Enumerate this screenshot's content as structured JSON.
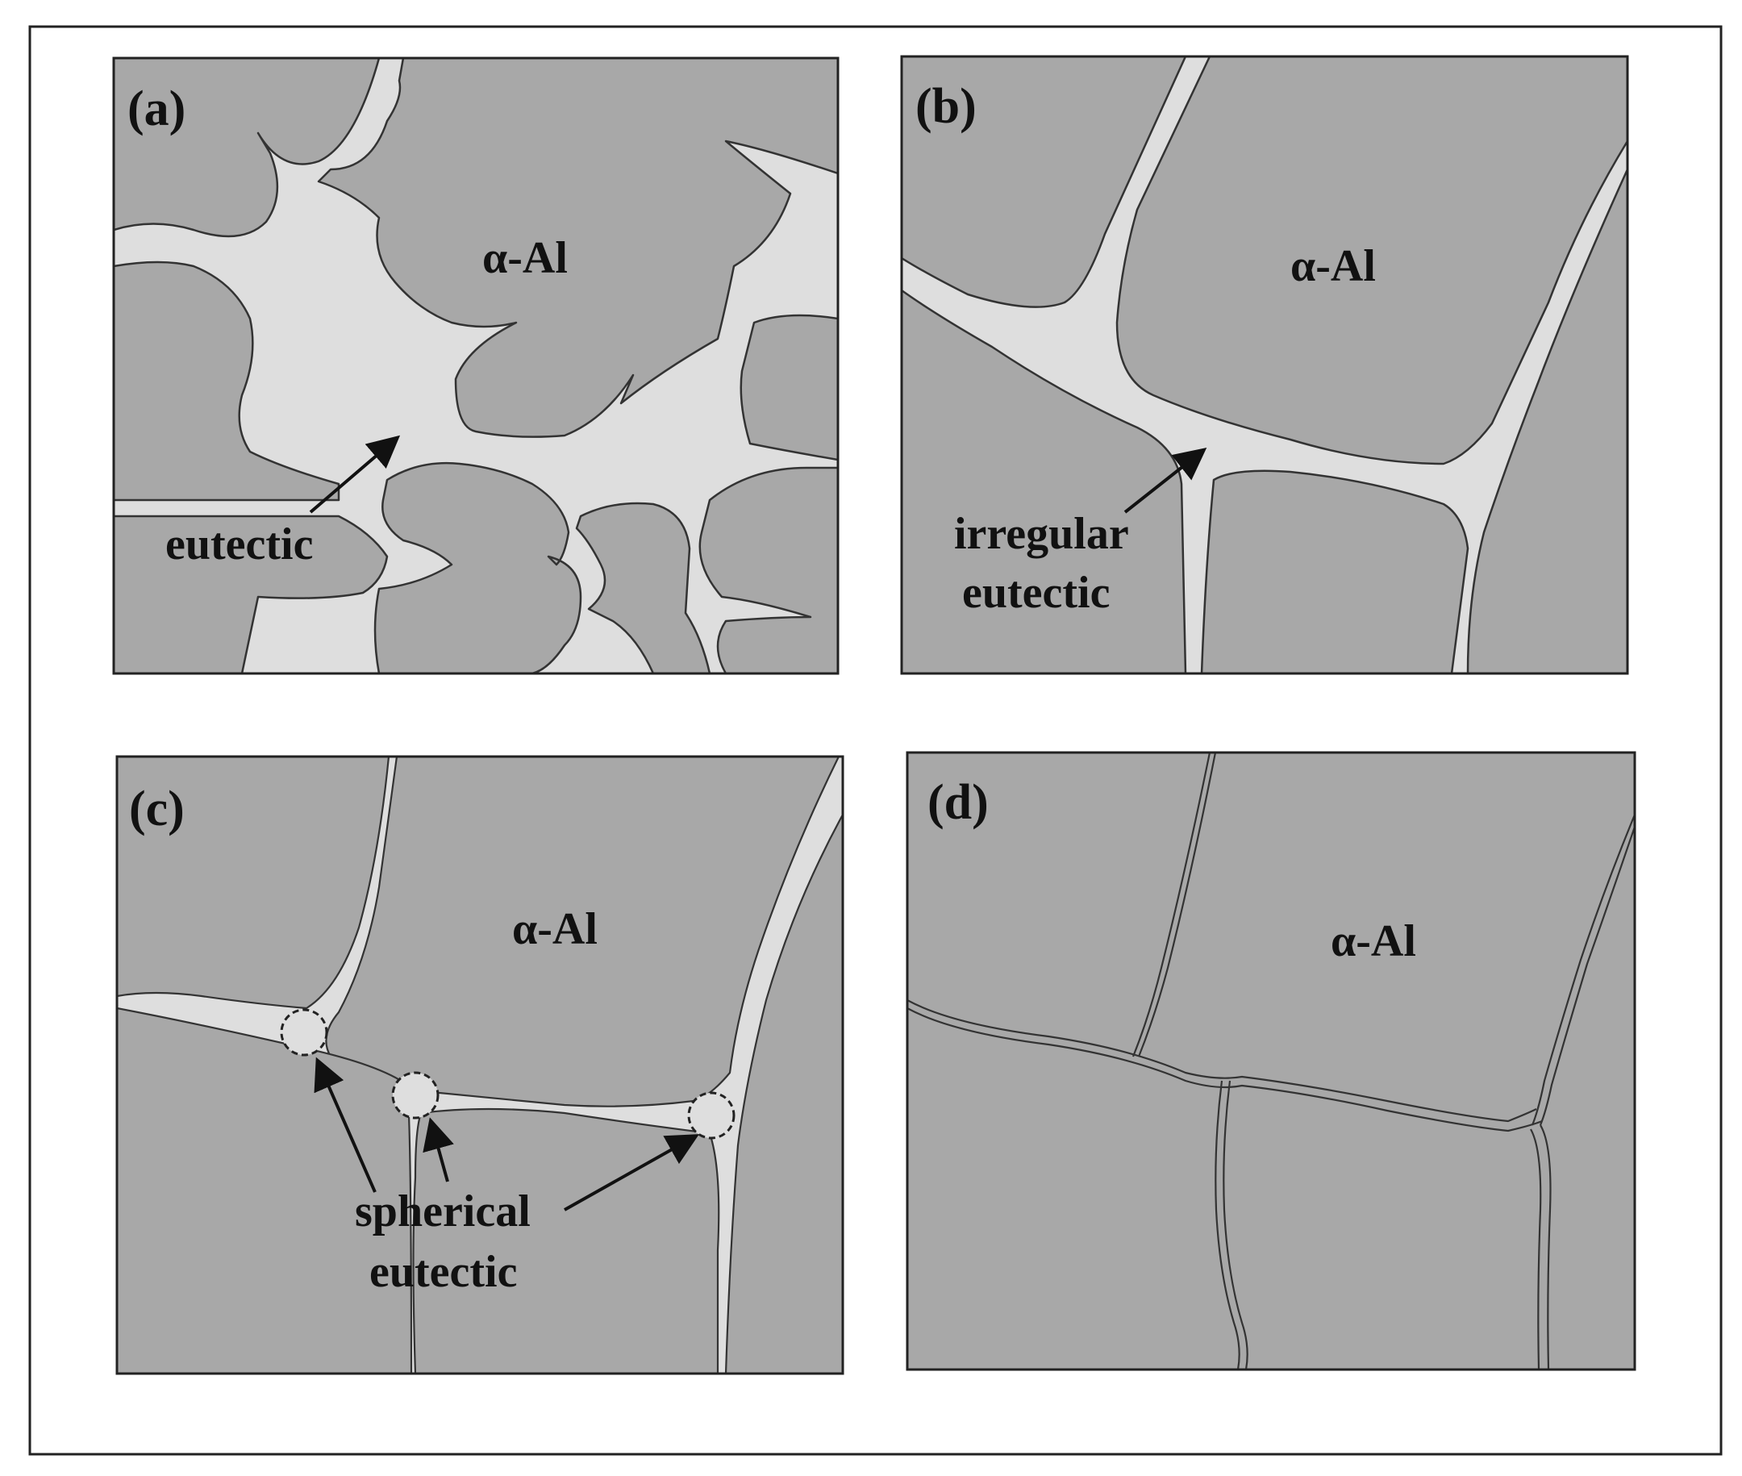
{
  "colors": {
    "matrix": "#a8a8a8",
    "eutectic": "#dedede",
    "outline": "#333333",
    "frame": "#222222"
  },
  "panels": [
    {
      "id": "a",
      "label": "(a)",
      "phase": "α-Al",
      "notes": [
        "eutectic"
      ]
    },
    {
      "id": "b",
      "label": "(b)",
      "phase": "α-Al",
      "notes": [
        "irregular",
        "eutectic"
      ]
    },
    {
      "id": "c",
      "label": "(c)",
      "phase": "α-Al",
      "notes": [
        "spherical",
        "eutectic"
      ]
    },
    {
      "id": "d",
      "label": "(d)",
      "phase": "α-Al",
      "notes": []
    }
  ]
}
